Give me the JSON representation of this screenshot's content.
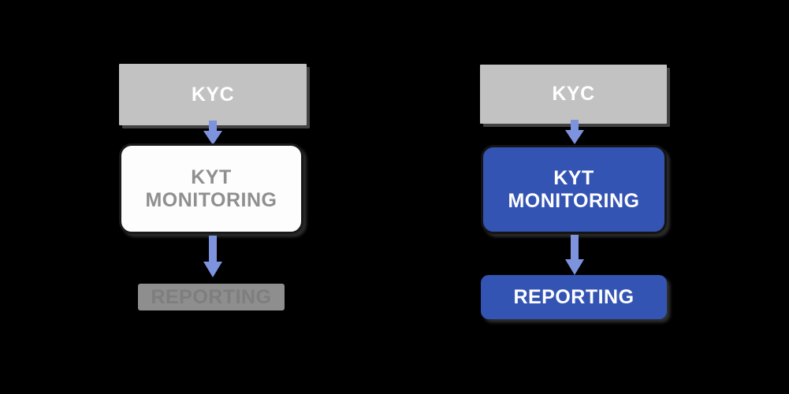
{
  "diagram": {
    "title": "KYC to KYT Monitoring to Reporting flow comparison",
    "background_color": "#000000",
    "accent_color": "#3454b4",
    "muted_color": "#c2c2c2",
    "arrow_color": "#7e93de",
    "panels": [
      {
        "id": "left",
        "state_label": "inactive",
        "nodes": [
          {
            "id": "left-kyc",
            "label": "KYC",
            "style": "grey-header",
            "text_color": "#ffffff",
            "fill": "#c2c2c2"
          },
          {
            "id": "left-kyt",
            "label": "KYT\nMONITORING",
            "style": "white-card",
            "text_color": "#8f8f8f",
            "fill": "#fdfdfd"
          },
          {
            "id": "left-reporting",
            "label": "REPORTING",
            "style": "muted-block",
            "text_color": "#7e7e7e",
            "fill": "#8e8e8e"
          }
        ],
        "connectors": [
          {
            "id": "left-arrow-kyc-to-kyt",
            "from": "left-kyc",
            "to": "left-kyt",
            "direction": "down"
          },
          {
            "id": "left-arrow-kyt-to-reporting",
            "from": "left-kyt",
            "to": "left-reporting",
            "direction": "down"
          }
        ]
      },
      {
        "id": "right",
        "state_label": "active",
        "nodes": [
          {
            "id": "right-kyc",
            "label": "KYC",
            "style": "grey-header",
            "text_color": "#ffffff",
            "fill": "#c2c2c2"
          },
          {
            "id": "right-kyt",
            "label": "KYT\nMONITORING",
            "style": "blue-card",
            "text_color": "#ffffff",
            "fill": "#3454b4"
          },
          {
            "id": "right-reporting",
            "label": "REPORTING",
            "style": "blue-block",
            "text_color": "#ffffff",
            "fill": "#3454b4"
          }
        ],
        "connectors": [
          {
            "id": "right-arrow-kyc-to-kyt",
            "from": "right-kyc",
            "to": "right-kyt",
            "direction": "down"
          },
          {
            "id": "right-arrow-kyt-to-reporting",
            "from": "right-kyt",
            "to": "right-reporting",
            "direction": "down"
          }
        ]
      }
    ]
  }
}
